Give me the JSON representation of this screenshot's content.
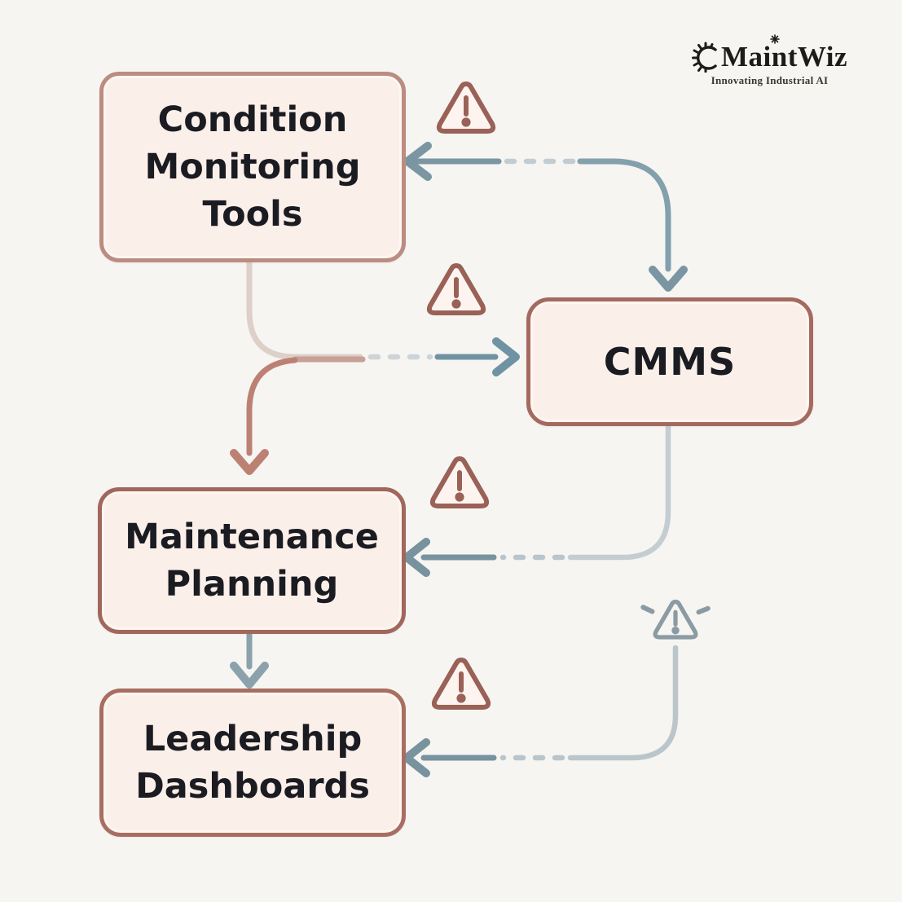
{
  "page": {
    "background_color": "#f6f5f2",
    "kind": "maintenance data-flow diagram"
  },
  "logo": {
    "name": "MaintWiz",
    "tagline": "Innovating Industrial AI",
    "gear_icon": "gear-icon"
  },
  "nodes": [
    {
      "id": "condition-monitoring-tools",
      "label": "Condition Monitoring Tools"
    },
    {
      "id": "cmms",
      "label": "CMMS"
    },
    {
      "id": "maintenance-planning",
      "label": "Maintenance Planning"
    },
    {
      "id": "leadership-dashboards",
      "label": "Leadership Dashboards"
    }
  ],
  "colors": {
    "node_fill": "#fbefe9",
    "node_border_light": "#bb8c80",
    "node_border_dark": "#a56a5f",
    "node_text": "#1b1b22",
    "arrow_steel_dark": "#6f93a2",
    "arrow_steel_mid": "#7b96a2",
    "arrow_steel_light": "#c2cdd2",
    "arrow_salmon": "#bd8174",
    "arrow_salmon_light": "#dcd0c9",
    "warning_triangle_salmon": "#9a6156",
    "warning_triangle_gray": "#8b9ba3"
  },
  "connections": [
    {
      "from": "cmms",
      "to": "condition-monitoring-tools",
      "style": "broken-dashed",
      "color": "steel",
      "warning": true
    },
    {
      "from": "condition-monitoring-tools",
      "to": "cmms",
      "style": "broken-dashed",
      "color": "salmon-to-steel",
      "warning": true
    },
    {
      "from": "condition-monitoring-tools",
      "to": "maintenance-planning",
      "style": "solid-curve",
      "color": "salmon",
      "warning": false
    },
    {
      "from": "cmms",
      "to": "maintenance-planning",
      "style": "broken-dashed",
      "color": "steel",
      "warning": true
    },
    {
      "from": "maintenance-planning",
      "to": "leadership-dashboards",
      "style": "solid",
      "color": "steel",
      "warning": false
    },
    {
      "from": "cmms",
      "to": "leadership-dashboards",
      "style": "broken-dashed",
      "color": "steel",
      "warning": true
    }
  ],
  "warning_icons": [
    {
      "id": "warning-top",
      "variant": "salmon"
    },
    {
      "id": "warning-middle",
      "variant": "salmon"
    },
    {
      "id": "warning-planning",
      "variant": "salmon"
    },
    {
      "id": "warning-dashboards",
      "variant": "salmon"
    },
    {
      "id": "warning-cmms-output",
      "variant": "gray-alert"
    }
  ]
}
